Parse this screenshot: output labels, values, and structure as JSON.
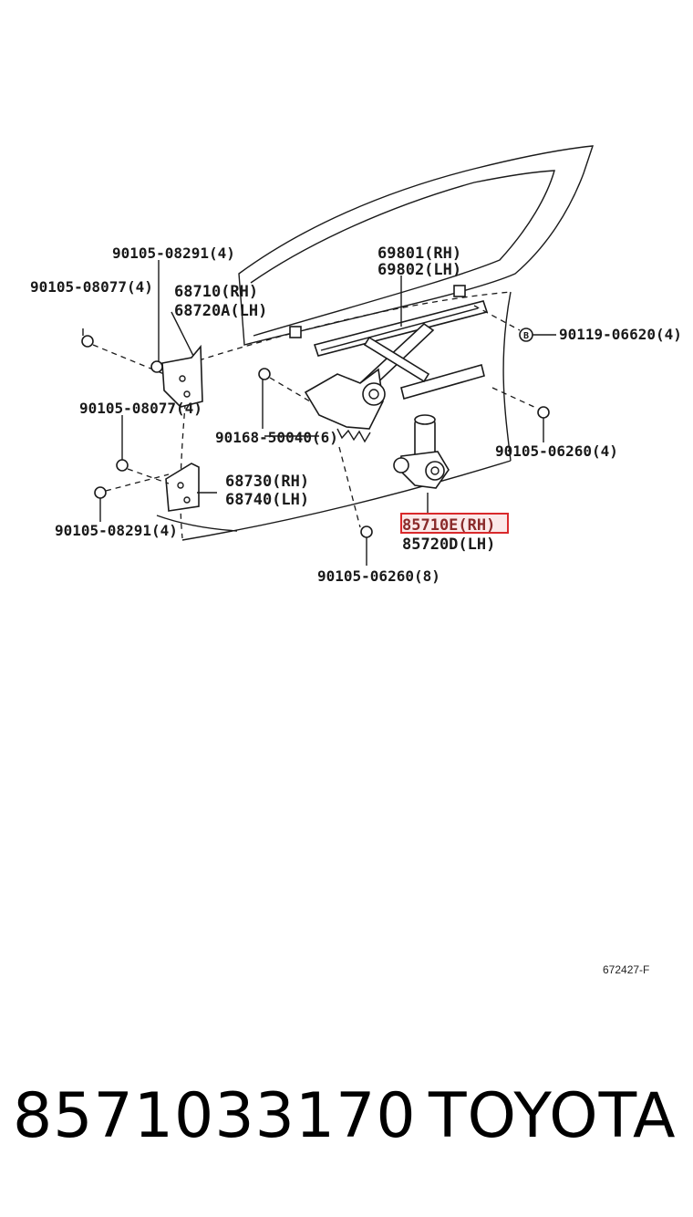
{
  "diagram": {
    "labels": {
      "p_90105_08291_top": "90105-08291(4)",
      "p_90105_08077_top": "90105-08077(4)",
      "p_68710": "68710(RH)",
      "p_68720A": "68720A(LH)",
      "p_69801": "69801(RH)",
      "p_69802": "69802(LH)",
      "p_90119": "90119-06620(4)",
      "p_90105_08077_mid": "90105-08077(4)",
      "p_90168": "90168-50040(6)",
      "p_90105_06260_right": "90105-06260(4)",
      "p_68730": "68730(RH)",
      "p_68740": "68740(LH)",
      "p_85710E": "85710E(RH)",
      "p_85720D": "85720D(LH)",
      "p_90105_08291_bottom": "90105-08291(4)",
      "p_90105_06260_bottom": "90105-06260(8)"
    },
    "callout_symbol": "B",
    "highlight_color": "#d9292b",
    "drawing_ref": "672427-F"
  },
  "footer": {
    "part_number": "8571033170",
    "brand": "TOYOTA"
  }
}
